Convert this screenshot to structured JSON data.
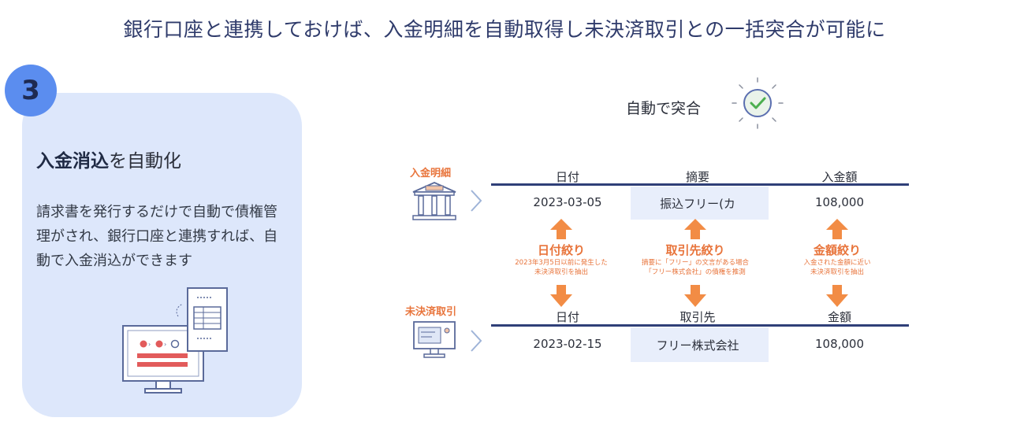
{
  "headline": "銀行口座と連携しておけば、入金明細を自動取得し未決済取引との一括突合が可能に",
  "card": {
    "step_number": "3",
    "title_strong": "入金消込",
    "title_rest": "を自動化",
    "description": "請求書を発行するだけで自動で債権管理がされ、銀行口座と連携すれば、自動で入金消込ができます"
  },
  "auto_match_label": "自動で突合",
  "deposit_row": {
    "tag": "入金明細",
    "headers": [
      "日付",
      "摘要",
      "入金額"
    ],
    "values": [
      "2023-03-05",
      "振込フリー(カ",
      "108,000"
    ]
  },
  "unsettled_row": {
    "tag": "未決済取引",
    "headers": [
      "日付",
      "取引先",
      "金額"
    ],
    "values": [
      "2023-02-15",
      "フリー株式会社",
      "108,000"
    ]
  },
  "filters": [
    {
      "title": "日付絞り",
      "note_line1": "2023年3月5日以前に発生した",
      "note_line2": "未決済取引を抽出"
    },
    {
      "title": "取引先絞り",
      "note_line1": "摘要に「フリー」の文言がある場合",
      "note_line2": "「フリー株式会社」の債権を推測"
    },
    {
      "title": "金額絞り",
      "note_line1": "入金された金額に近い",
      "note_line2": "未決済取引を抽出"
    }
  ],
  "colors": {
    "accent": "#e8743b",
    "navy": "#2f3f78",
    "card_bg": "#dde7fb",
    "badge": "#5b8def"
  }
}
